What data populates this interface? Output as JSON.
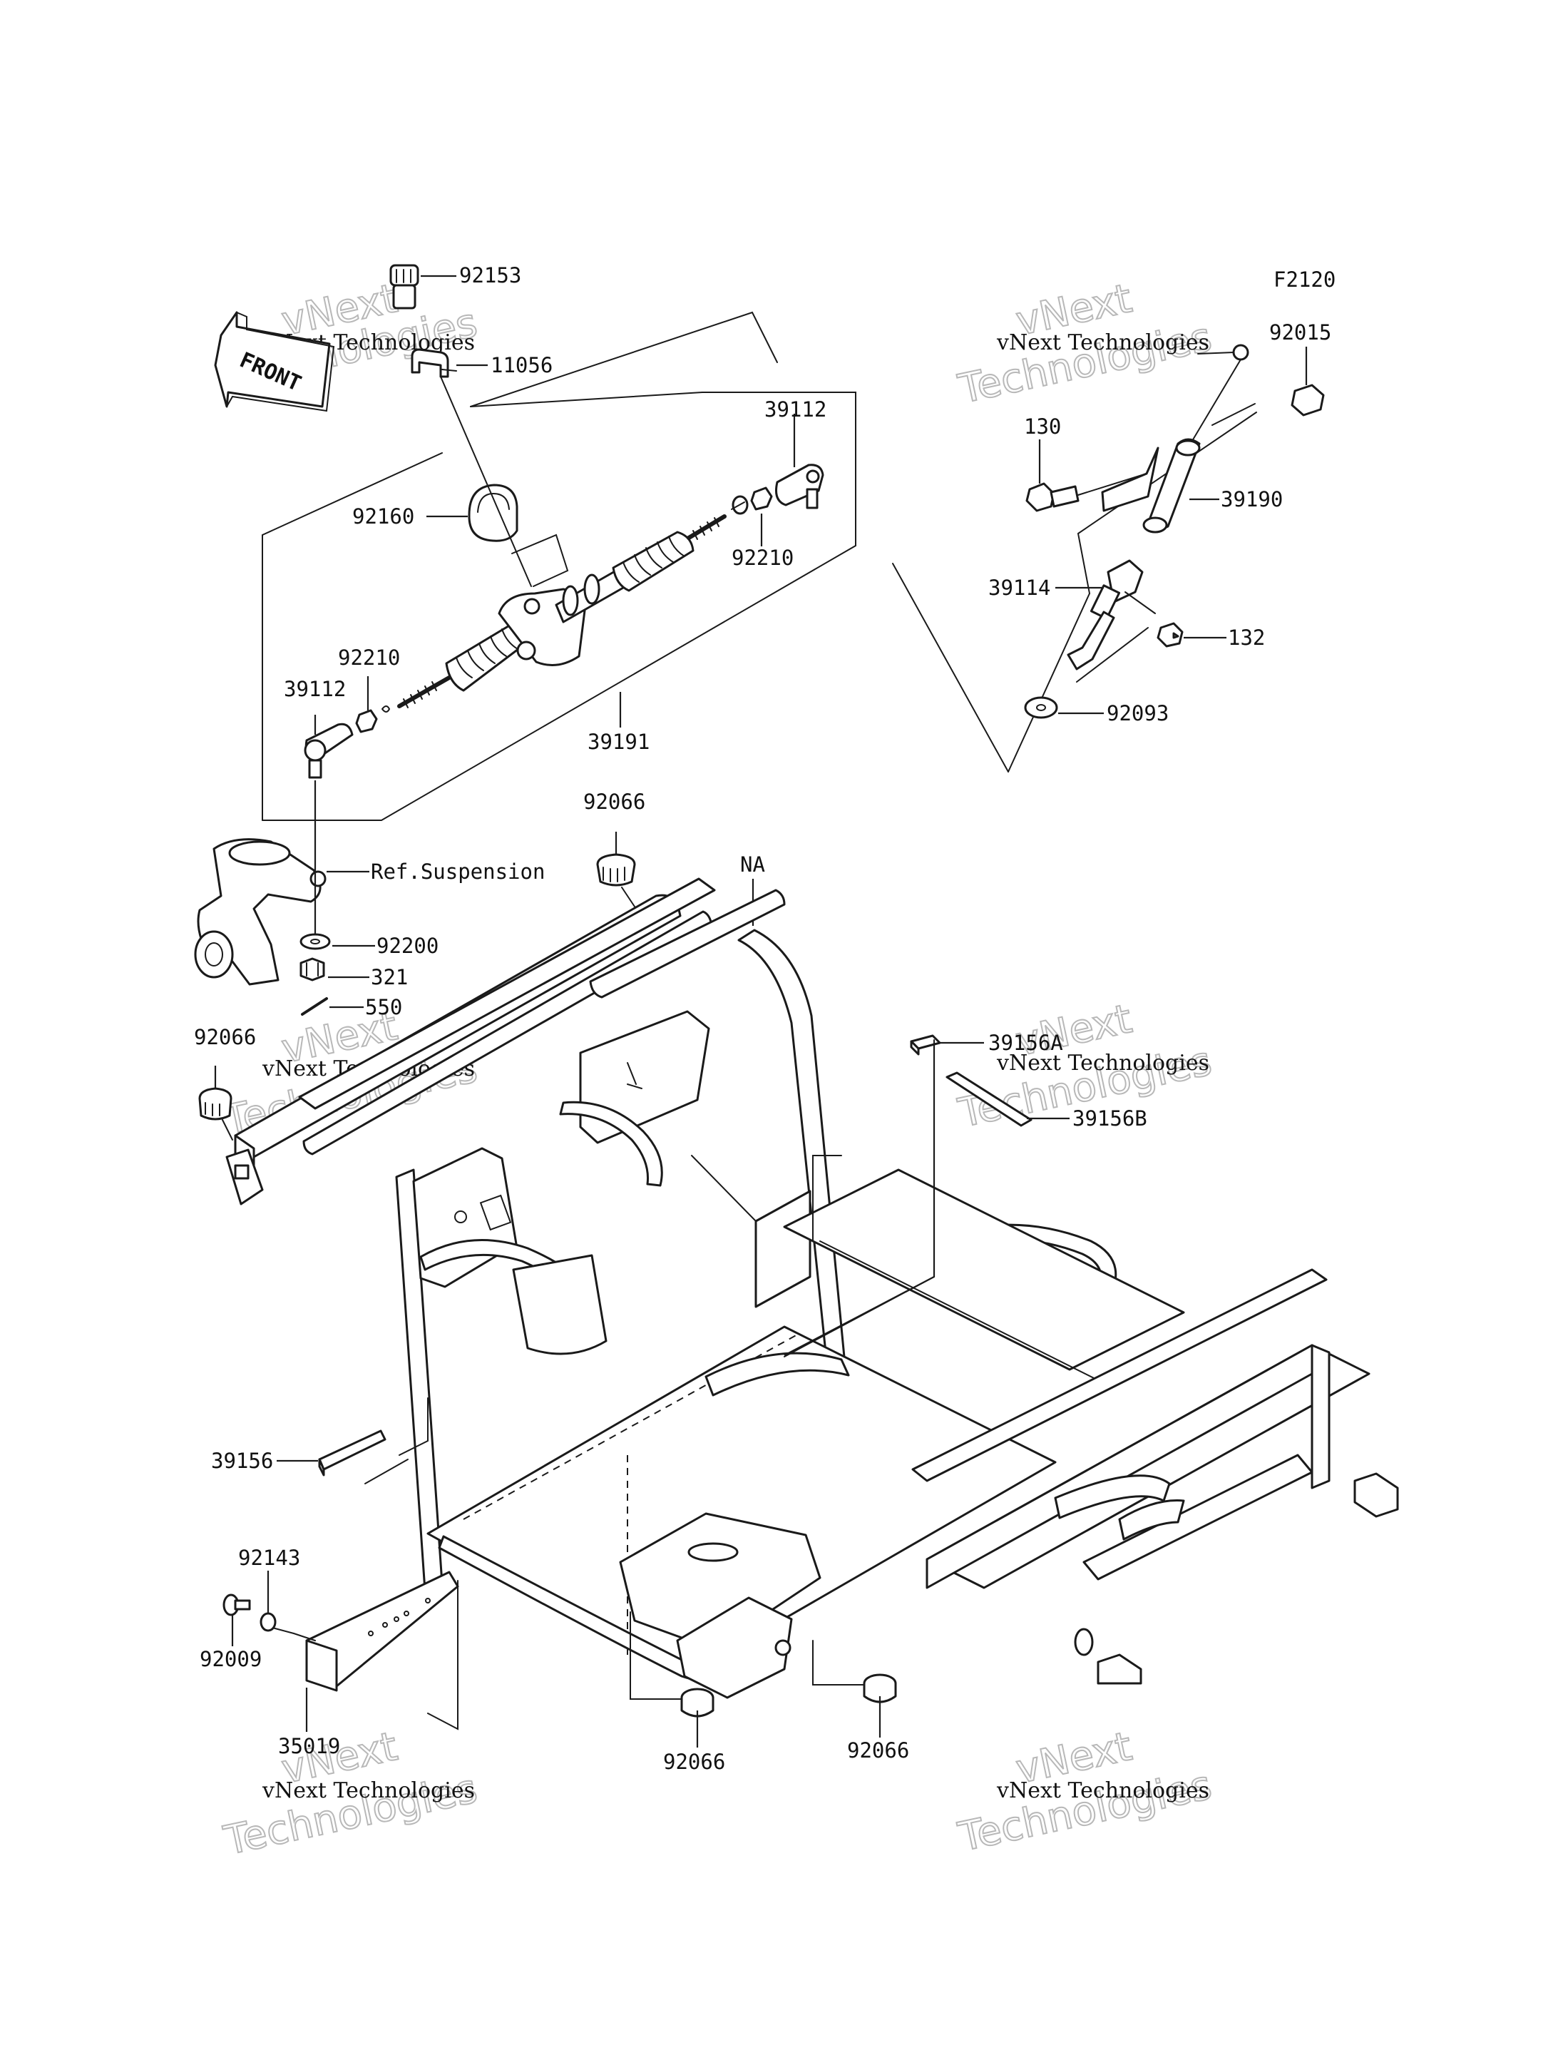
{
  "figure_code": "F2120",
  "front_label": "FRONT",
  "watermark": {
    "line1": "vNext Technologies",
    "line2a": "vNext",
    "line2b": "Technologies"
  },
  "callouts": {
    "p92153": "92153",
    "p11056": "11056",
    "p92160": "92160",
    "p39112_right": "39112",
    "p92210_right": "92210",
    "p92210_left": "92210",
    "p39112_left": "39112",
    "p39191": "39191",
    "p92015": "92015",
    "p130": "130",
    "p39190": "39190",
    "p39114": "39114",
    "p132": "132",
    "p92093": "92093",
    "p92066_top": "92066",
    "na": "NA",
    "ref_suspension": "Ref.Suspension",
    "p92200": "92200",
    "p321": "321",
    "p550": "550",
    "p92066_left": "92066",
    "p39156A": "39156A",
    "p39156B": "39156B",
    "p39156": "39156",
    "p92143": "92143",
    "p92009": "92009",
    "p35019": "35019",
    "p92066_bottom_left": "92066",
    "p92066_bottom_right": "92066"
  }
}
